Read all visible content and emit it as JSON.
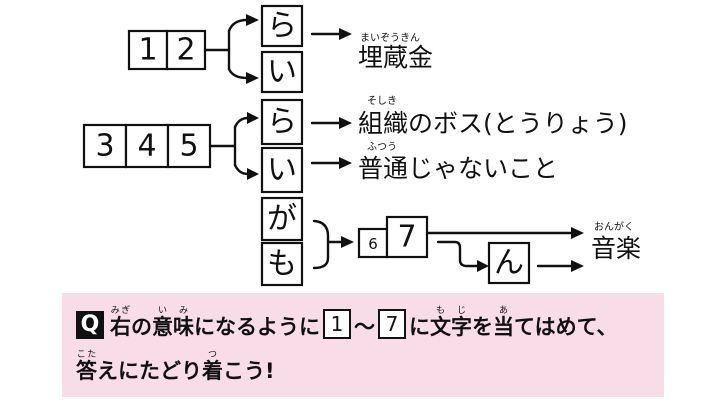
{
  "puzzle": {
    "group1": {
      "digits": [
        "1",
        "2"
      ],
      "kana": [
        "ら",
        "い"
      ],
      "answer_top": {
        "text": "埋蔵金",
        "ruby": "まいぞうきん"
      }
    },
    "group2": {
      "digits": [
        "3",
        "4",
        "5"
      ],
      "kana": [
        "ら",
        "い"
      ],
      "answer_top": {
        "text": "組織のボス(とうりょう)",
        "ruby": "そしき"
      },
      "answer_bottom": {
        "text": "普通じゃないこと",
        "ruby": "ふつう"
      }
    },
    "group3": {
      "kana": [
        "が",
        "も"
      ],
      "digits": [
        "6",
        "7"
      ],
      "extra_kana": "ん",
      "answer": {
        "text": "音楽",
        "ruby": "おんがく"
      }
    }
  },
  "question": {
    "badge": "Q",
    "line1": {
      "w1": "右",
      "w1_ruby": "みぎ",
      "t1": "の",
      "w2": "意味",
      "w2_ruby": "いみ",
      "t2": "になるように",
      "box_from": "1",
      "tilde": "〜",
      "box_to": "7",
      "t3": "に",
      "w3": "文字",
      "w3_ruby": "もじ",
      "t4": "を",
      "w4": "当",
      "w4_ruby": "あ",
      "t5": "てはめて、"
    },
    "line2": {
      "w1": "答",
      "w1_ruby": "こた",
      "t1": "えにたどり",
      "w2": "着",
      "w2_ruby": "つ",
      "t2": "こう!"
    }
  }
}
